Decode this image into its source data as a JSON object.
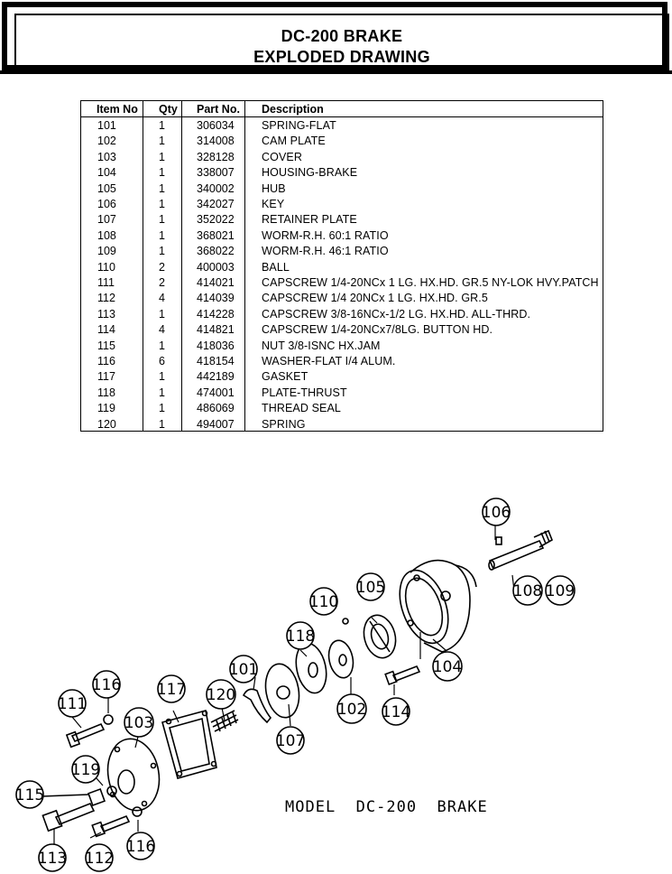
{
  "title": {
    "line1": "DC-200 BRAKE",
    "line2": "EXPLODED DRAWING"
  },
  "parts_table": {
    "headers": {
      "item_no": "Item No",
      "qty": "Qty",
      "part_no": "Part No.",
      "description": "Description"
    },
    "rows": [
      {
        "item": "101",
        "qty": "1",
        "part": "306034",
        "desc": "SPRING-FLAT"
      },
      {
        "item": "102",
        "qty": "1",
        "part": "314008",
        "desc": "CAM PLATE"
      },
      {
        "item": "103",
        "qty": "1",
        "part": "328128",
        "desc": "COVER"
      },
      {
        "item": "104",
        "qty": "1",
        "part": "338007",
        "desc": "HOUSING-BRAKE"
      },
      {
        "item": "105",
        "qty": "1",
        "part": "340002",
        "desc": "HUB"
      },
      {
        "item": "106",
        "qty": "1",
        "part": "342027",
        "desc": "KEY"
      },
      {
        "item": "107",
        "qty": "1",
        "part": "352022",
        "desc": "RETAINER PLATE"
      },
      {
        "item": "108",
        "qty": "1",
        "part": "368021",
        "desc": "WORM-R.H. 60:1 RATIO"
      },
      {
        "item": "109",
        "qty": "1",
        "part": "368022",
        "desc": "WORM-R.H. 46:1 RATIO"
      },
      {
        "item": "110",
        "qty": "2",
        "part": "400003",
        "desc": "BALL"
      },
      {
        "item": "111",
        "qty": "2",
        "part": "414021",
        "desc": "CAPSCREW 1/4-20NCx  1 LG. HX.HD. GR.5 NY-LOK HVY.PATCH"
      },
      {
        "item": "112",
        "qty": "4",
        "part": "414039",
        "desc": "CAPSCREW 1/4 20NCx 1 LG. HX.HD. GR.5"
      },
      {
        "item": "113",
        "qty": "1",
        "part": "414228",
        "desc": "CAPSCREW 3/8-16NCx-1/2 LG. HX.HD. ALL-THRD."
      },
      {
        "item": "114",
        "qty": "4",
        "part": "414821",
        "desc": "CAPSCREW 1/4-20NCx7/8LG. BUTTON HD."
      },
      {
        "item": "115",
        "qty": "1",
        "part": "418036",
        "desc": "NUT 3/8-ISNC HX.JAM"
      },
      {
        "item": "116",
        "qty": "6",
        "part": "418154",
        "desc": "WASHER-FLAT I/4 ALUM."
      },
      {
        "item": "117",
        "qty": "1",
        "part": "442189",
        "desc": "GASKET"
      },
      {
        "item": "118",
        "qty": "1",
        "part": "474001",
        "desc": "PLATE-THRUST"
      },
      {
        "item": "119",
        "qty": "1",
        "part": "486069",
        "desc": "THREAD SEAL"
      },
      {
        "item": "120",
        "qty": "1",
        "part": "494007",
        "desc": "SPRING"
      }
    ]
  },
  "drawing": {
    "model_label": "MODEL  DC-200  BRAKE",
    "callouts": {
      "c101": "101",
      "c102": "102",
      "c103": "103",
      "c104": "104",
      "c105": "105",
      "c106": "106",
      "c107": "107",
      "c108": "108",
      "c109": "109",
      "c110": "110",
      "c111": "111",
      "c112": "112",
      "c113": "113",
      "c114": "114",
      "c115": "115",
      "c116a": "116",
      "c116b": "116",
      "c117": "117",
      "c118": "118",
      "c119": "119",
      "c120": "120"
    }
  }
}
